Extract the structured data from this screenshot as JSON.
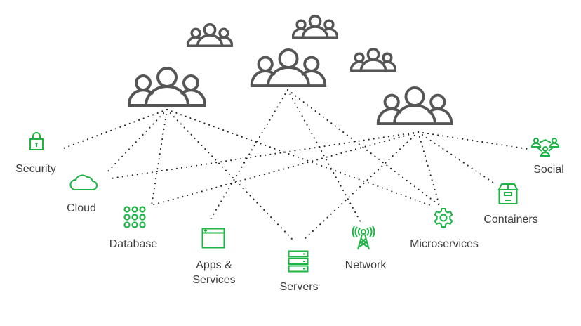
{
  "colors": {
    "accent": "#1db446",
    "group_icon": "#555555",
    "dots": "#222222",
    "text": "#3c3c3c"
  },
  "user_groups": [
    {
      "id": "group-left",
      "name": "user-group-large-left"
    },
    {
      "id": "group-center",
      "name": "user-group-large-center"
    },
    {
      "id": "group-right",
      "name": "user-group-large-right"
    },
    {
      "id": "group-small-1",
      "name": "user-group-small-top-left"
    },
    {
      "id": "group-small-2",
      "name": "user-group-small-top-center"
    },
    {
      "id": "group-small-3",
      "name": "user-group-small-top-right"
    }
  ],
  "services": [
    {
      "id": "security",
      "label": "Security",
      "icon": "lock-icon"
    },
    {
      "id": "cloud",
      "label": "Cloud",
      "icon": "cloud-icon"
    },
    {
      "id": "database",
      "label": "Database",
      "icon": "database-grid-icon"
    },
    {
      "id": "apps",
      "label": "Apps &\nServices",
      "label_line1": "Apps &",
      "label_line2": "Services",
      "icon": "app-window-icon"
    },
    {
      "id": "servers",
      "label": "Servers",
      "icon": "server-stack-icon"
    },
    {
      "id": "network",
      "label": "Network",
      "icon": "antenna-tower-icon"
    },
    {
      "id": "microservices",
      "label": "Microservices",
      "icon": "gear-icon"
    },
    {
      "id": "containers",
      "label": "Containers",
      "icon": "box-icon"
    },
    {
      "id": "social",
      "label": "Social",
      "icon": "social-network-icon"
    }
  ],
  "connections": [
    {
      "from": "group-left",
      "to": "security"
    },
    {
      "from": "group-left",
      "to": "cloud"
    },
    {
      "from": "group-left",
      "to": "database"
    },
    {
      "from": "group-left",
      "to": "servers"
    },
    {
      "from": "group-left",
      "to": "microservices"
    },
    {
      "from": "group-center",
      "to": "apps"
    },
    {
      "from": "group-center",
      "to": "network"
    },
    {
      "from": "group-center",
      "to": "microservices"
    },
    {
      "from": "group-right",
      "to": "cloud"
    },
    {
      "from": "group-right",
      "to": "database"
    },
    {
      "from": "group-right",
      "to": "servers"
    },
    {
      "from": "group-right",
      "to": "microservices"
    },
    {
      "from": "group-right",
      "to": "containers"
    },
    {
      "from": "group-right",
      "to": "social"
    }
  ]
}
